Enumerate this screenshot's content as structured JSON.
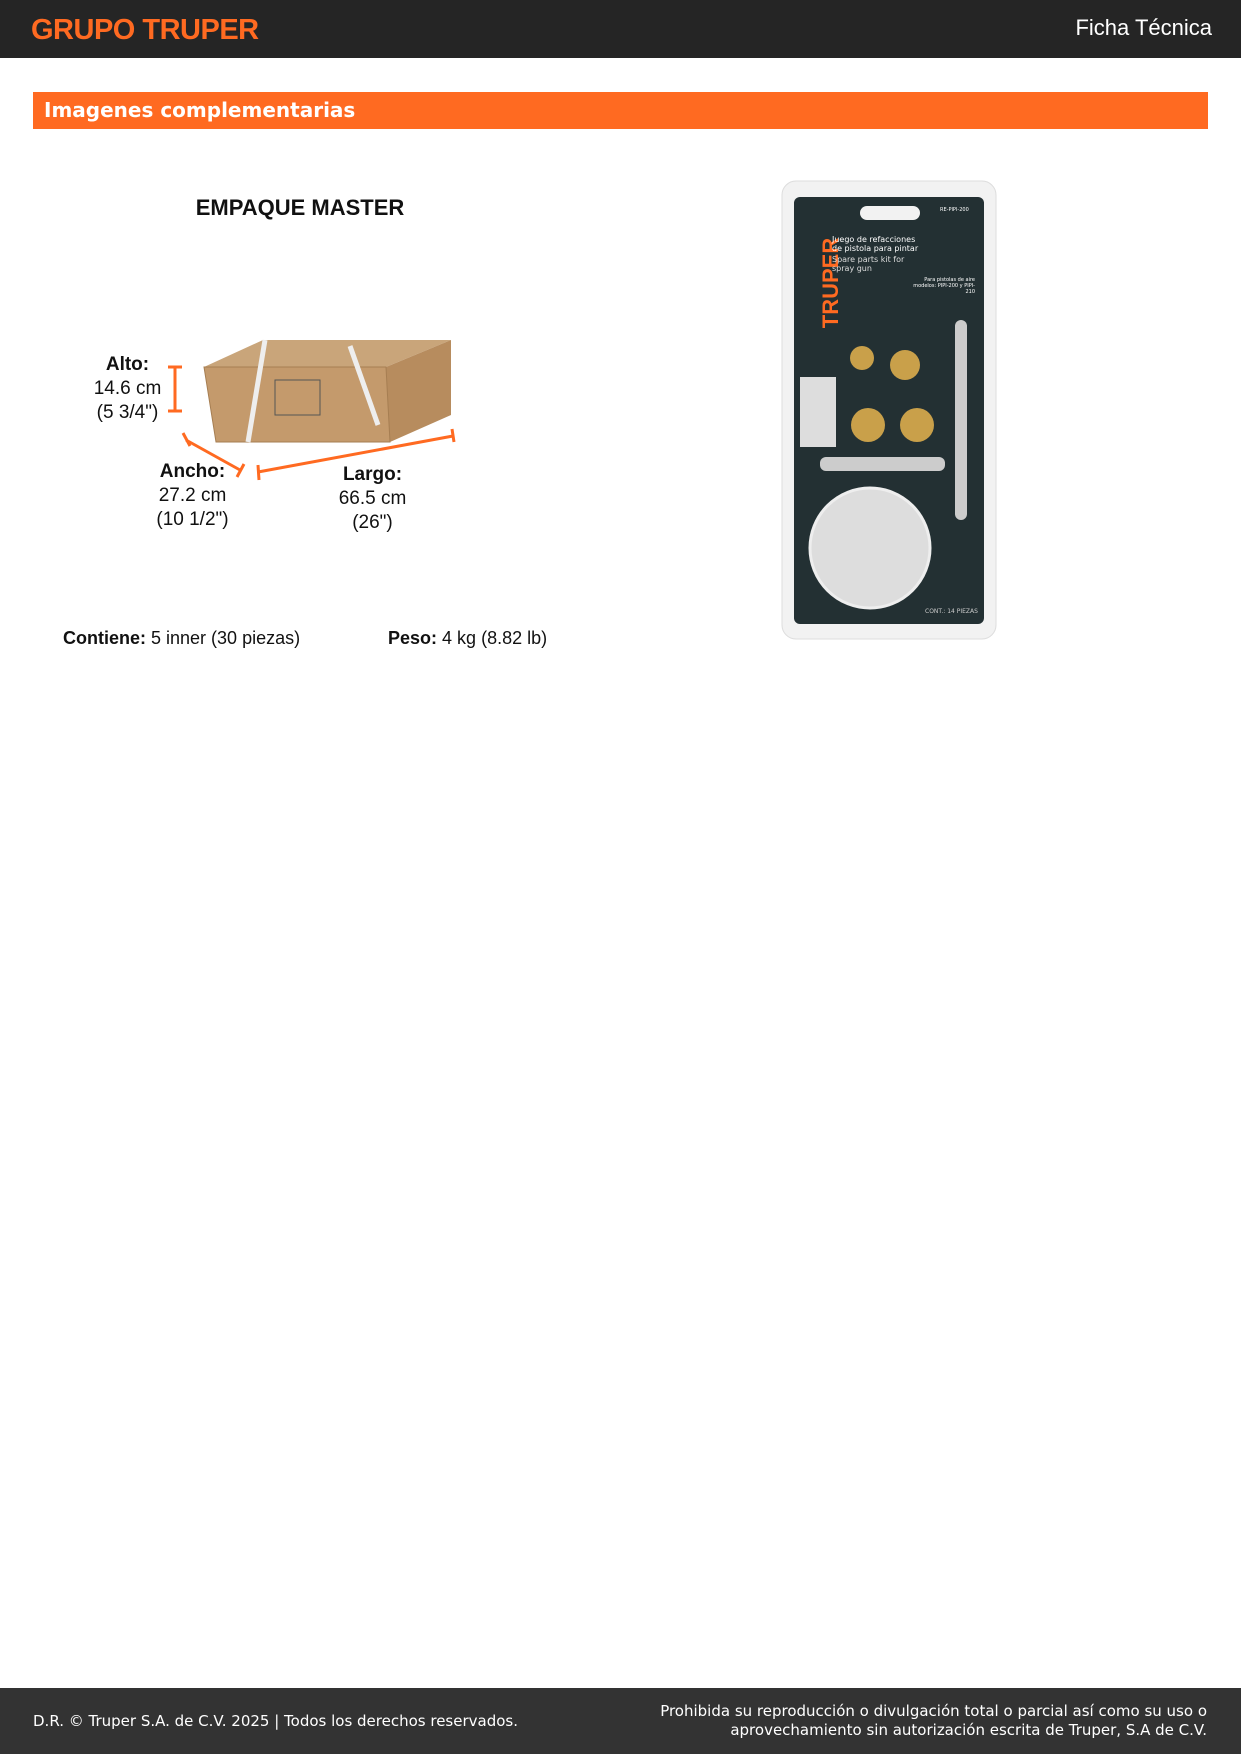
{
  "header": {
    "logo": "GRUPO TRUPER",
    "doc_type": "Ficha Técnica"
  },
  "section": {
    "title": "Imagenes complementarias"
  },
  "master_pack": {
    "title": "EMPAQUE MASTER",
    "alto": {
      "label": "Alto:",
      "metric": "14.6 cm",
      "imperial": "(5 3/4\")"
    },
    "ancho": {
      "label": "Ancho:",
      "metric": "27.2 cm",
      "imperial": "(10 1/2\")"
    },
    "largo": {
      "label": "Largo:",
      "metric": "66.5 cm",
      "imperial": "(26\")"
    },
    "contiene_label": "Contiene:",
    "contiene_value": "5 inner (30 piezas)",
    "peso_label": "Peso:",
    "peso_value": "4 kg (8.82 lb)"
  },
  "product_image": {
    "brand": "TRUPER",
    "code": "RE-PIPI-200",
    "title_es": "Juego de refacciones de pistola para pintar",
    "title_en": "Spare parts kit for spray gun",
    "models": "Para pistolas de aire modelos: PIPI-200 y PIPI-210",
    "count": "CONT.: 14 PIEZAS"
  },
  "footer": {
    "left": "D.R. © Truper S.A. de C.V. 2025 | Todos los derechos reservados.",
    "right_line1": "Prohibida su reproducción o divulgación total o parcial así como su uso o",
    "right_line2": "aprovechamiento sin autorización escrita de Truper, S.A de C.V."
  },
  "colors": {
    "accent": "#ff6a21",
    "header_bg": "#252525",
    "footer_bg": "#333333"
  }
}
